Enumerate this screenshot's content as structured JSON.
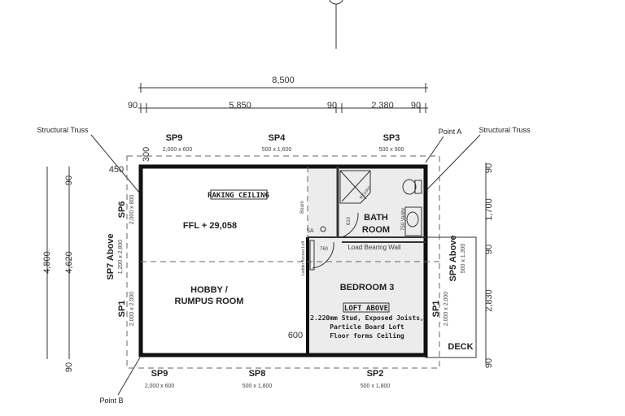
{
  "dimensions": {
    "overall_width": "8,500",
    "top_segments": [
      "90",
      "5,850",
      "90",
      "2,380",
      "90"
    ],
    "left_outer": "4,800",
    "left_inner": "4,620",
    "left_ends": [
      "90",
      "90"
    ],
    "right_segments": [
      "90",
      "1,700",
      "90",
      "2,830",
      "90"
    ],
    "offset_450": "450",
    "offset_300": "300",
    "ladder_600": "600",
    "door_760": "760",
    "door_610": "610"
  },
  "annotations": {
    "structural_truss_left": "Structural Truss",
    "structural_truss_right": "Structural Truss",
    "point_a": "Point A",
    "point_b": "Point B",
    "beam": "Beam",
    "sa": "SA",
    "vanity": "750 Vanity",
    "shower": "900x900",
    "ladder": "Ladder Access Loft",
    "load_bearing_wall": "Load Bearing Wall"
  },
  "windows": {
    "top": [
      {
        "id": "SP9",
        "size": "2,000 x 600"
      },
      {
        "id": "SP4",
        "size": "500 x 1,600"
      },
      {
        "id": "SP3",
        "size": "500 x 900"
      }
    ],
    "bottom": [
      {
        "id": "SP9",
        "size": "2,000 x 600"
      },
      {
        "id": "SP8",
        "size": "500 x 1,800"
      },
      {
        "id": "SP2",
        "size": "500 x 1,800"
      }
    ],
    "left": [
      {
        "id": "SP6",
        "size": "2,000 x 800"
      },
      {
        "id": "SP7 Above",
        "size": "1,200 x 2,800"
      },
      {
        "id": "SP1",
        "size": "2,000 x 2,000"
      }
    ],
    "right": [
      {
        "id": "SP5 Above",
        "size": "500 x 1,300"
      },
      {
        "id": "SP1",
        "size": "2,000 x 2,000"
      }
    ]
  },
  "rooms": {
    "raking_ceiling": "RAKING CEILING",
    "ffl": "FFL + 29,058",
    "bath_line1": "BATH",
    "bath_line2": "ROOM",
    "hobby_line1": "HOBBY /",
    "hobby_line2": "RUMPUS ROOM",
    "bedroom": "BEDROOM 3",
    "loft_above": "LOFT ABOVE",
    "loft_notes": [
      "2.220mm Stud, Exposed Joists,",
      "Particle Board Loft",
      "Floor forms Ceiling"
    ],
    "deck": "DECK"
  }
}
